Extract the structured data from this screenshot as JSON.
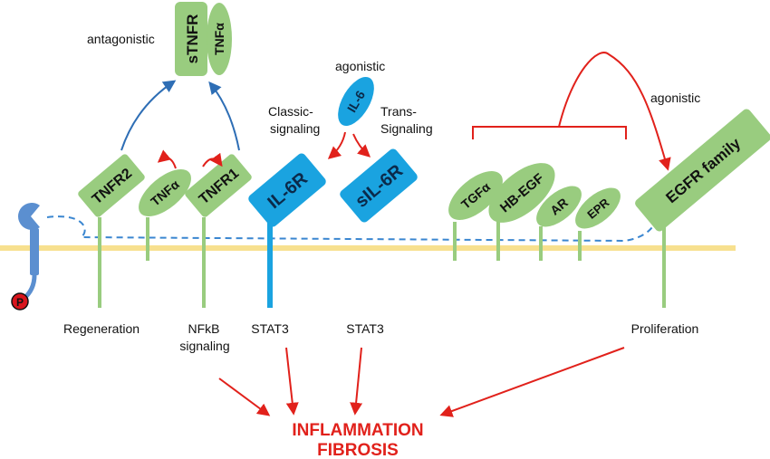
{
  "colors": {
    "green": "#99cc7f",
    "blue": "#1aa3e0",
    "membrane": "#f7e08f",
    "red": "#e1211b",
    "darkblue": "#2e6eb5",
    "dashed": "#3a86d0",
    "receptor_blue": "#5b8fd0"
  },
  "labels": {
    "antagonistic": "antagonistic",
    "agonistic_il6": "agonistic",
    "agonistic_egfr": "agonistic",
    "classic_1": "Classic-",
    "classic_2": "signaling",
    "trans_1": "Trans-",
    "trans_2": "Signaling",
    "regeneration": "Regeneration",
    "nfkb_1": "NFkB",
    "nfkb_2": "signaling",
    "stat3_a": "STAT3",
    "stat3_b": "STAT3",
    "proliferation": "Proliferation"
  },
  "molecules": {
    "stnfr": "sTNFR",
    "tnfa_soluble": "TNFα",
    "il6": "IL-6",
    "tnfr2": "TNFR2",
    "tnfa_membrane": "TNFα",
    "tnfr1": "TNFR1",
    "il6r": "IL-6R",
    "sil6r": "sIL-6R",
    "tgfa": "TGFα",
    "hbegf": "HB-EGF",
    "ar": "AR",
    "epr": "EPR",
    "egfr": "EGFR family"
  },
  "phospho": "P",
  "outcome": {
    "line1": "INFLAMMATION",
    "line2": "FIBROSIS"
  }
}
